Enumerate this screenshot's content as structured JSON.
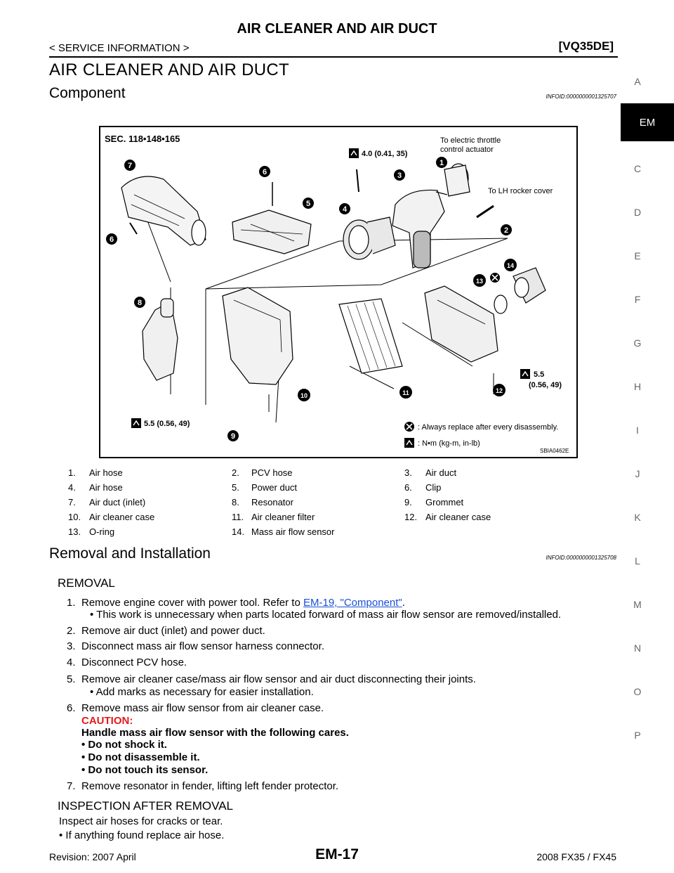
{
  "header": {
    "title": "AIR CLEANER AND AIR DUCT",
    "breadcrumb": "< SERVICE INFORMATION >",
    "engine": "[VQ35DE]"
  },
  "page_title": "AIR CLEANER AND AIR DUCT",
  "component_section": {
    "title": "Component",
    "infoid": "INFOID:0000000001325707"
  },
  "figure": {
    "sec_label": "SEC. 118•148•165",
    "torque_1": "4.0 (0.41, 35)",
    "torque_2_line1": "5.5",
    "torque_2_line2": "(0.56, 49)",
    "torque_3": "5.5 (0.56, 49)",
    "note_throttle_line1": "To electric throttle",
    "note_throttle_line2": "control actuator",
    "note_rocker": "To LH rocker cover",
    "legend_replace": ": Always replace after every disassembly.",
    "legend_units": ": N•m (kg-m, in-lb)",
    "code": "SBIA0462E",
    "callouts": [
      "1",
      "2",
      "3",
      "4",
      "5",
      "6",
      "6",
      "7",
      "8",
      "9",
      "10",
      "11",
      "12",
      "13",
      "14"
    ]
  },
  "legend": [
    [
      "1.",
      "Air hose",
      "2.",
      "PCV hose",
      "3.",
      "Air duct"
    ],
    [
      "4.",
      "Air hose",
      "5.",
      "Power duct",
      "6.",
      "Clip"
    ],
    [
      "7.",
      "Air duct (inlet)",
      "8.",
      "Resonator",
      "9.",
      "Grommet"
    ],
    [
      "10.",
      "Air cleaner case",
      "11.",
      "Air cleaner filter",
      "12.",
      "Air cleaner case"
    ],
    [
      "13.",
      "O-ring",
      "14.",
      "Mass air flow sensor",
      "",
      ""
    ]
  ],
  "removal_section": {
    "title": "Removal and Installation",
    "infoid": "INFOID:0000000001325708"
  },
  "removal": {
    "heading": "REMOVAL",
    "step1_num": "1.",
    "step1_text": "Remove engine cover with power tool. Refer to ",
    "step1_link": "EM-19, \"Component\"",
    "step1_end": ".",
    "step1_bullet": "This work is unnecessary when parts located forward of mass air flow sensor are removed/installed.",
    "step2_num": "2.",
    "step2": "Remove air duct (inlet) and power duct.",
    "step3_num": "3.",
    "step3": "Disconnect mass air flow sensor harness connector.",
    "step4_num": "4.",
    "step4": "Disconnect PCV hose.",
    "step5_num": "5.",
    "step5": "Remove air cleaner case/mass air flow sensor and air duct disconnecting their joints.",
    "step5_bullet": "Add marks as necessary for easier installation.",
    "step6_num": "6.",
    "step6": "Remove mass air flow sensor from air cleaner case.",
    "caution_label": "CAUTION:",
    "caution_text": "Handle mass air flow sensor with the following cares.",
    "caution_b1": "Do not shock it.",
    "caution_b2": "Do not disassemble it.",
    "caution_b3": "Do not touch its sensor.",
    "step7_num": "7.",
    "step7": "Remove resonator in fender, lifting left fender protector."
  },
  "inspection": {
    "heading": "INSPECTION AFTER REMOVAL",
    "text": "Inspect air hoses for cracks or tear.",
    "bullet": "If anything found replace air hose."
  },
  "side_tabs": [
    "A",
    "EM",
    "C",
    "D",
    "E",
    "F",
    "G",
    "H",
    "I",
    "J",
    "K",
    "L",
    "M",
    "N",
    "O",
    "P"
  ],
  "footer": {
    "revision": "Revision: 2007 April",
    "page": "EM-17",
    "model": "2008 FX35 / FX45"
  }
}
